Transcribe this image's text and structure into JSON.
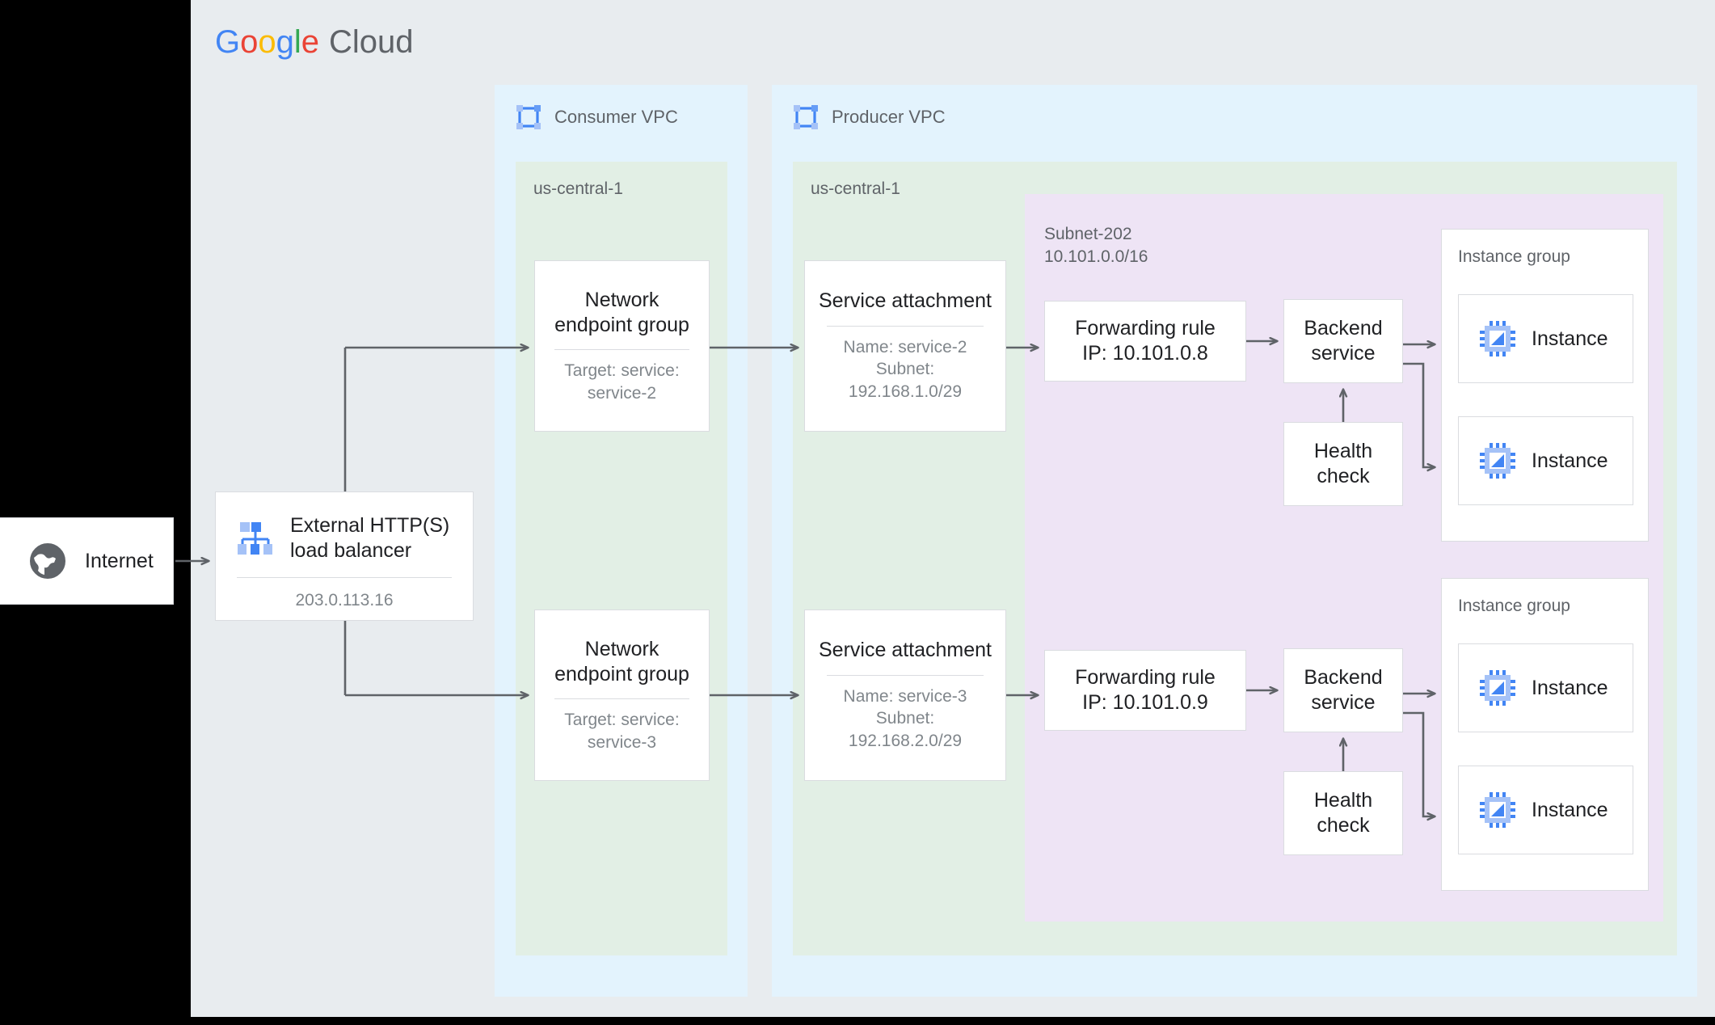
{
  "page": {
    "background_color": "#000000",
    "panel_color": "#e8ecef",
    "vpc_color": "#e3f3fd",
    "region_color": "#e2efe5",
    "subnet_color": "#eee4f5",
    "card_color": "#ffffff",
    "border_color": "#dadce0",
    "edge_color": "#5f6368",
    "brand": {
      "word1": "Google",
      "word2": "Cloud",
      "letters": [
        "G",
        "o",
        "o",
        "g",
        "l",
        "e"
      ],
      "colors": [
        "#4285f4",
        "#ea4335",
        "#fbbc05",
        "#4285f4",
        "#34a853",
        "#ea4335"
      ],
      "cloud_color": "#5f6368"
    }
  },
  "internet": {
    "label": "Internet",
    "icon": "globe-icon"
  },
  "load_balancer": {
    "title": "External HTTP(S)\nload balancer",
    "title_line1": "External HTTP(S)",
    "title_line2": "load balancer",
    "ip": "203.0.113.16",
    "icon": "load-balancer-icon"
  },
  "vpcs": [
    {
      "id": "consumer",
      "title": "Consumer VPC",
      "icon": "vpc-icon",
      "region": "us-central-1"
    },
    {
      "id": "producer",
      "title": "Producer VPC",
      "icon": "vpc-icon",
      "region": "us-central-1"
    }
  ],
  "subnet": {
    "name": "Subnet-202",
    "cidr": "10.101.0.0/16",
    "label": "Subnet-202\n10.101.0.0/16"
  },
  "flows": [
    {
      "id": "service-2",
      "neg": {
        "title": "Network\nendpoint group",
        "sub": "Target: service:\nservice-2"
      },
      "service_attachment": {
        "title": "Service attachment",
        "sub": "Name: service-2\nSubnet:\n192.168.1.0/29"
      },
      "forwarding_rule": {
        "title": "Forwarding rule\nIP: 10.101.0.8"
      },
      "backend_service": {
        "title": "Backend\nservice"
      },
      "health_check": {
        "title": "Health\ncheck"
      },
      "instance_group": {
        "label": "Instance group",
        "instances": [
          {
            "label": "Instance",
            "icon": "cpu-icon"
          },
          {
            "label": "Instance",
            "icon": "cpu-icon"
          }
        ]
      }
    },
    {
      "id": "service-3",
      "neg": {
        "title": "Network\nendpoint group",
        "sub": "Target: service:\nservice-3"
      },
      "service_attachment": {
        "title": "Service attachment",
        "sub": "Name: service-3\nSubnet:\n192.168.2.0/29"
      },
      "forwarding_rule": {
        "title": "Forwarding rule\nIP: 10.101.0.9"
      },
      "backend_service": {
        "title": "Backend\nservice"
      },
      "health_check": {
        "title": "Health\ncheck"
      },
      "instance_group": {
        "label": "Instance group",
        "instances": [
          {
            "label": "Instance",
            "icon": "cpu-icon"
          },
          {
            "label": "Instance",
            "icon": "cpu-icon"
          }
        ]
      }
    }
  ]
}
